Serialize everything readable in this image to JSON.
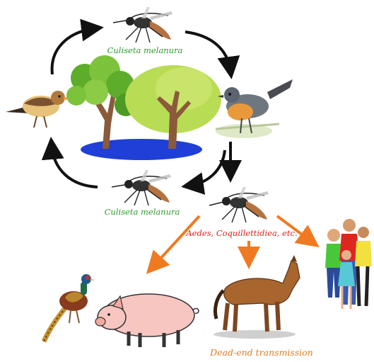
{
  "labels": {
    "vector_top": "Culiseta melanura",
    "vector_bottom": "Culiseta melanura",
    "bridge_vectors": "Aedes, Coquillettidiea, etc.",
    "dead_end": "Dead-end transmission"
  },
  "colors": {
    "vector_label": "#2e9a2e",
    "bridge_label": "#e0201c",
    "dead_end_label": "#e07b1e",
    "cycle_arrow": "#111111",
    "spillover_arrow": "#f07a22",
    "pond": "#1f3fd6",
    "foliage_light": "#b9dc55",
    "foliage_dark": "#5dac2a"
  },
  "icons": {
    "mosquito": "mosquito-icon",
    "bird_left": "bird-icon",
    "bird_right": "songbird-icon",
    "habitat": "swamp-trees-icon",
    "pheasant": "pheasant-icon",
    "pig": "pig-icon",
    "horse": "horse-icon",
    "humans": "human-family-icon"
  }
}
